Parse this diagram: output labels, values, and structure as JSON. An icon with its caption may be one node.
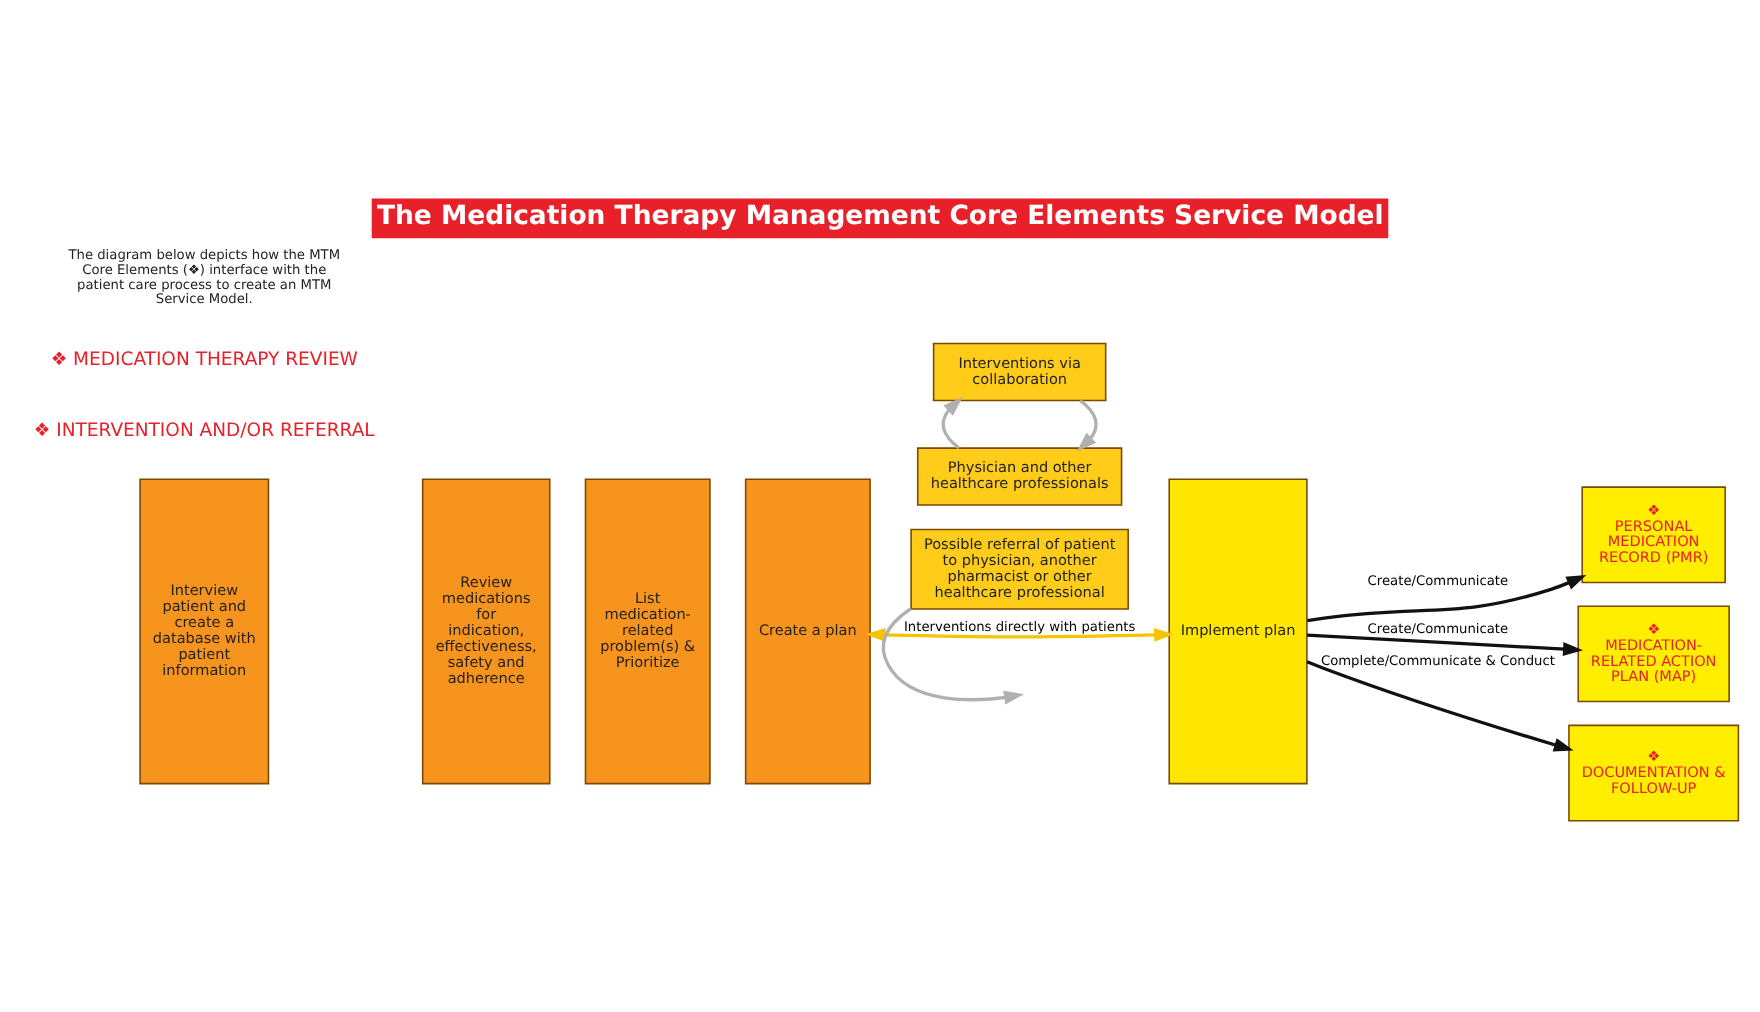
{
  "diagram": {
    "title": "The Medication Therapy Management Core Elements Service Model",
    "nodes": [
      {
        "text": [
          "Interview patient and create a database with patient information"
        ]
      },
      {
        "text": [
          "Review medications for indication, effectiveness, safety and adherence"
        ]
      },
      {
        "text": [
          "List medication-related problem(s) & Prioritize"
        ]
      },
      {
        "text": [
          "Create a plan"
        ]
      },
      {
        "text": [
          "Possible referral of patient to physician, another pharmacist or other healthcare professional"
        ]
      },
      {
        "text": [
          "Interventions via collaboration"
        ]
      },
      {
        "text": [
          "Physician and other healthcare professionals"
        ]
      },
      {
        "text": [
          "Implement plan"
        ]
      },
      {
        "text": [
          "❖",
          "PERSONAL MEDICATION RECORD (PMR)"
        ]
      },
      {
        "text": [
          "❖",
          "MEDICATION-RELATED ACTION PLAN (MAP)"
        ]
      },
      {
        "text": [
          "❖",
          "DOCUMENTATION & FOLLOW-UP"
        ]
      }
    ],
    "edges": [
      {
        "from": 4,
        "to": null,
        "arrow": "to",
        "color": "#b0b0b0"
      },
      {
        "from": 3,
        "to": 7,
        "label": "Interventions directly with patients",
        "arrow": "both",
        "color": "#f5c400"
      },
      {
        "from": 5,
        "to": 6,
        "arrow": "to",
        "color": "#b0b0b0"
      },
      {
        "from": 6,
        "to": 5,
        "arrow": "to",
        "color": "#b0b0b0"
      },
      {
        "from": 7,
        "to": 8,
        "label": "Create/Communicate",
        "arrow": "to",
        "color": "#111111"
      },
      {
        "from": 7,
        "to": 9,
        "label": "Create/Communicate",
        "arrow": "to",
        "color": "#111111"
      },
      {
        "from": 7,
        "to": 10,
        "label": "Complete/Communicate & Conduct",
        "arrow": "to",
        "color": "#111111"
      }
    ],
    "labels": [
      "The diagram below depicts how the MTM Core Elements (❖) interface with the patient care process to create an MTM Service Model.",
      "❖ MEDICATION THERAPY REVIEW",
      "❖ INTERVENTION AND/OR REFERRAL"
    ]
  }
}
